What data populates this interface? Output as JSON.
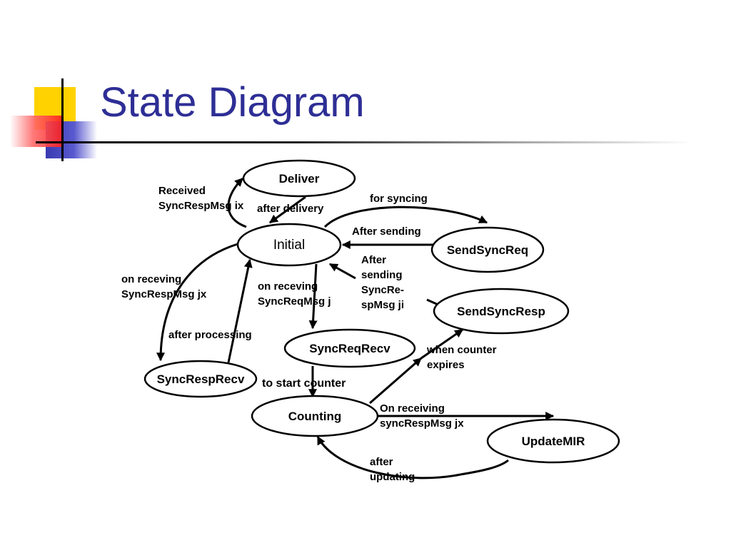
{
  "slide": {
    "title": "State Diagram"
  },
  "states": {
    "deliver": "Deliver",
    "initial": "Initial",
    "send_sync_req": "SendSyncReq",
    "send_sync_resp": "SendSyncResp",
    "sync_req_recv": "SyncReqRecv",
    "sync_resp_recv": "SyncRespRecv",
    "counting": "Counting",
    "update_mir": "UpdateMIR"
  },
  "transitions": {
    "received_sync_resp_ix": [
      "Received",
      "SyncRespMsg ix"
    ],
    "after_delivery": [
      "after delivery"
    ],
    "for_syncing": [
      "for syncing"
    ],
    "after_sending": [
      "After sending"
    ],
    "after_sending_sync_resp": [
      "After",
      "sending",
      "SyncRe-",
      "spMsg ji"
    ],
    "on_receving_sync_resp_jx": [
      "on receving",
      "SyncRespMsg jx"
    ],
    "on_receving_sync_req_j": [
      "on receving",
      "SyncReqMsg j"
    ],
    "after_processing": [
      "after processing"
    ],
    "when_counter_expires": [
      "when counter",
      "expires"
    ],
    "to_start_counter": [
      "to start counter"
    ],
    "on_receiving_sync_resp_jx": [
      "On receiving",
      "syncRespMsg jx"
    ],
    "after_updating": [
      "after",
      "updating"
    ]
  }
}
